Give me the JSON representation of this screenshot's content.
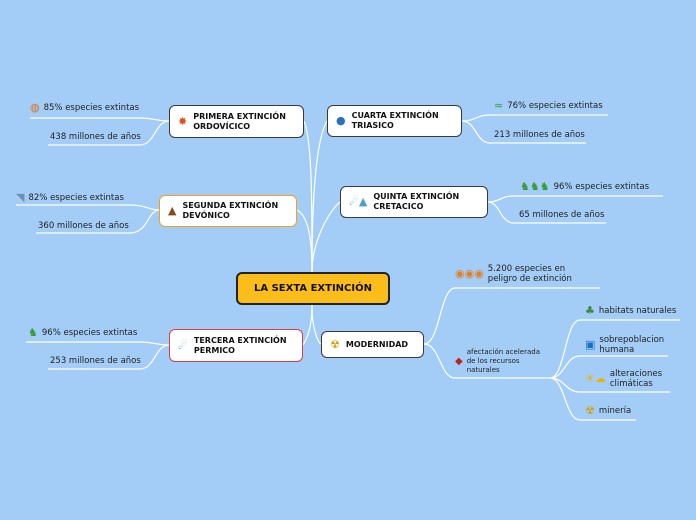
{
  "central": {
    "label": "LA SEXTA EXTINCIÓN"
  },
  "primera": {
    "title": "PRIMERA EXTINCIÓN ORDOVÍCICO",
    "icon": "explosion-icon",
    "leaf1": "85% especies extintas",
    "leaf1_icon": "shell-icon",
    "leaf2": "438 millones de años"
  },
  "segunda": {
    "title": "SEGUNDA EXTINCIÓN DEVÓNICO",
    "icon": "volcano-icon",
    "leaf1": "82% especies extintas",
    "leaf1_icon": "shark-icon",
    "leaf2": "360 millones de años"
  },
  "tercera": {
    "title": "TERCERA EXTINCIÓN PERMICO",
    "icon": "meteor-icon",
    "leaf1": "96% especies extintas",
    "leaf1_icon": "dinosaur-icon",
    "leaf2": "253 millones de años"
  },
  "cuarta": {
    "title": "CUARTA EXTINCIÓN TRIASICO",
    "icon": "globe-icon",
    "leaf1": "76% especies extintas",
    "leaf1_icon": "crocodile-icon",
    "leaf2": "213 millones de años"
  },
  "quinta": {
    "title": "QUINTA EXTINCIÓN CRETACICO",
    "icon": "meteor-volcano-icon",
    "leaf1": "96% especies extintas",
    "leaf1_icon": "dinosaurs-icon",
    "leaf2": "65 millones de años"
  },
  "modernidad": {
    "title": "MODERNIDAD",
    "icon": "radioactive-icon",
    "leaf1": "5.200 especies en peligro de extinción",
    "leaf1_icon": "animals-icon",
    "leaf2": "afectación acelerada de los recursos naturales",
    "leaf2_icon": "warning-icon",
    "sub": [
      {
        "label": "habitats naturales",
        "icon": "tree-icon"
      },
      {
        "label": "sobrepoblacion humana",
        "icon": "people-icon"
      },
      {
        "label": "alteraciones climáticas",
        "icon": "weather-icon"
      },
      {
        "label": "minería",
        "icon": "radioactive-icon"
      }
    ]
  },
  "colors": {
    "background": "#a3cdf6",
    "central": "#fbbd1a",
    "segunda_border": "#f0a020",
    "tercera_border": "#d84040"
  }
}
